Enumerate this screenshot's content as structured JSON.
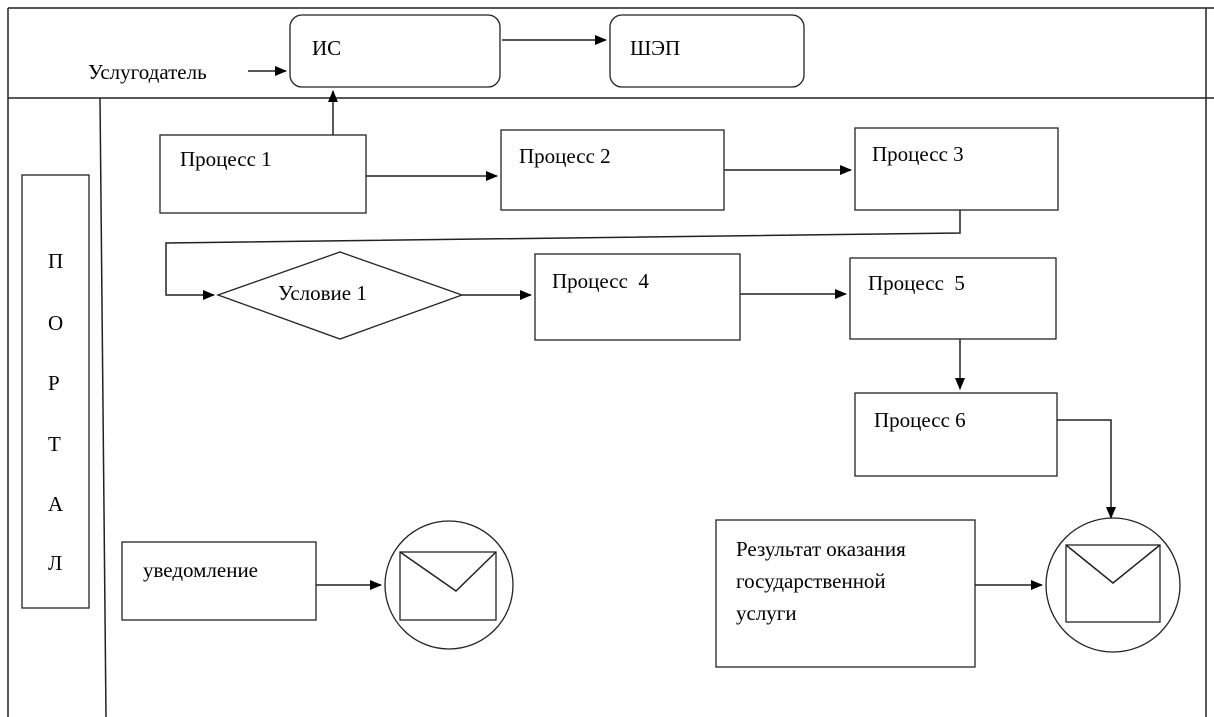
{
  "header": {
    "actor": "Услугодатель",
    "is": "ИС",
    "shep": "ШЭП"
  },
  "portal": {
    "letters": [
      "П",
      "О",
      "Р",
      "Т",
      "А",
      "Л"
    ]
  },
  "processes": {
    "p1": "Процесс 1",
    "p2": "Процесс 2",
    "p3": "Процесс 3",
    "p4": "Процесс  4",
    "p5": "Процесс  5",
    "p6": "Процесс 6"
  },
  "condition": {
    "c1": "Условие 1"
  },
  "notification": {
    "label": "уведомление"
  },
  "result": {
    "lines": [
      "Результат оказания",
      "государственной",
      "услуги"
    ]
  }
}
